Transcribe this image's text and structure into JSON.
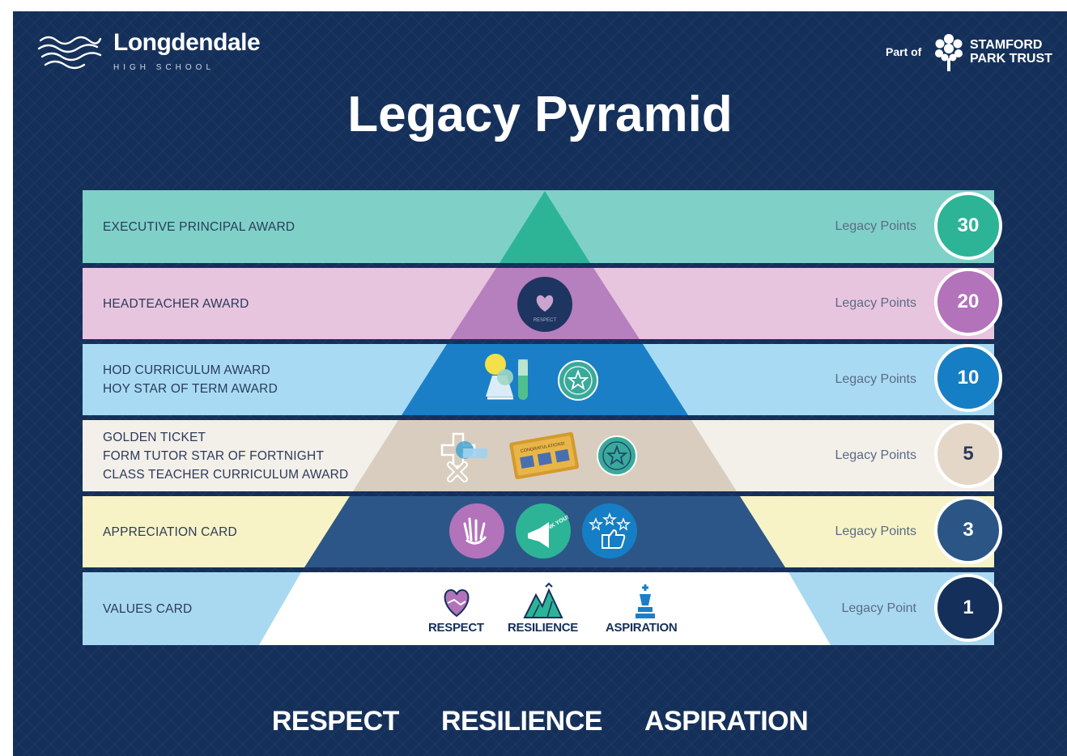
{
  "header": {
    "school_name": "Longdendale",
    "school_sub": "HIGH SCHOOL",
    "trust_prefix": "Part of",
    "trust_name_line1": "STAMFORD",
    "trust_name_line2": "PARK TRUST"
  },
  "title": "Legacy Pyramid",
  "tiers": [
    {
      "lines": [
        "EXECUTIVE PRINCIPAL AWARD"
      ],
      "points_label": "Legacy Points",
      "points": "30",
      "band_color": "#7fd1c8",
      "tri_color": "#2db497",
      "circle_color": "#2db497"
    },
    {
      "lines": [
        "HEADTEACHER AWARD"
      ],
      "points_label": "Legacy Points",
      "points": "20",
      "band_color": "#e8c5df",
      "tri_color": "#b67fbe",
      "circle_color": "#b273bb"
    },
    {
      "lines": [
        "HOD CURRICULUM AWARD",
        "HOY STAR OF TERM AWARD"
      ],
      "points_label": "Legacy Points",
      "points": "10",
      "band_color": "#a8dbf3",
      "tri_color": "#1a7fc6",
      "circle_color": "#167ec4"
    },
    {
      "lines": [
        "GOLDEN TICKET",
        "FORM TUTOR STAR OF FORTNIGHT",
        "CLASS TEACHER CURRICULUM AWARD"
      ],
      "points_label": "Legacy Points",
      "points": "5",
      "band_color": "#f3efe9",
      "tri_color": "#d9cdbf",
      "circle_color": "#e4d7c8"
    },
    {
      "lines": [
        "APPRECIATION CARD"
      ],
      "points_label": "Legacy Points",
      "points": "3",
      "band_color": "#f8f3c6",
      "tri_color": "#2c5687",
      "circle_color": "#2b5585"
    },
    {
      "lines": [
        "VALUES CARD"
      ],
      "points_label": "Legacy Point",
      "points": "1",
      "band_color": "#a9d9f1",
      "tri_color": "#ffffff",
      "circle_color": "#14305a"
    }
  ],
  "icons": {
    "respect_badge_text": "RESPECT",
    "ticket_text": "CONGRATULATIONS!",
    "thank_you_text": "THANK YOU!"
  },
  "values_card_labels": [
    "RESPECT",
    "RESILIENCE",
    "ASPIRATION"
  ],
  "footer_values": [
    "RESPECT",
    "RESILIENCE",
    "ASPIRATION"
  ]
}
